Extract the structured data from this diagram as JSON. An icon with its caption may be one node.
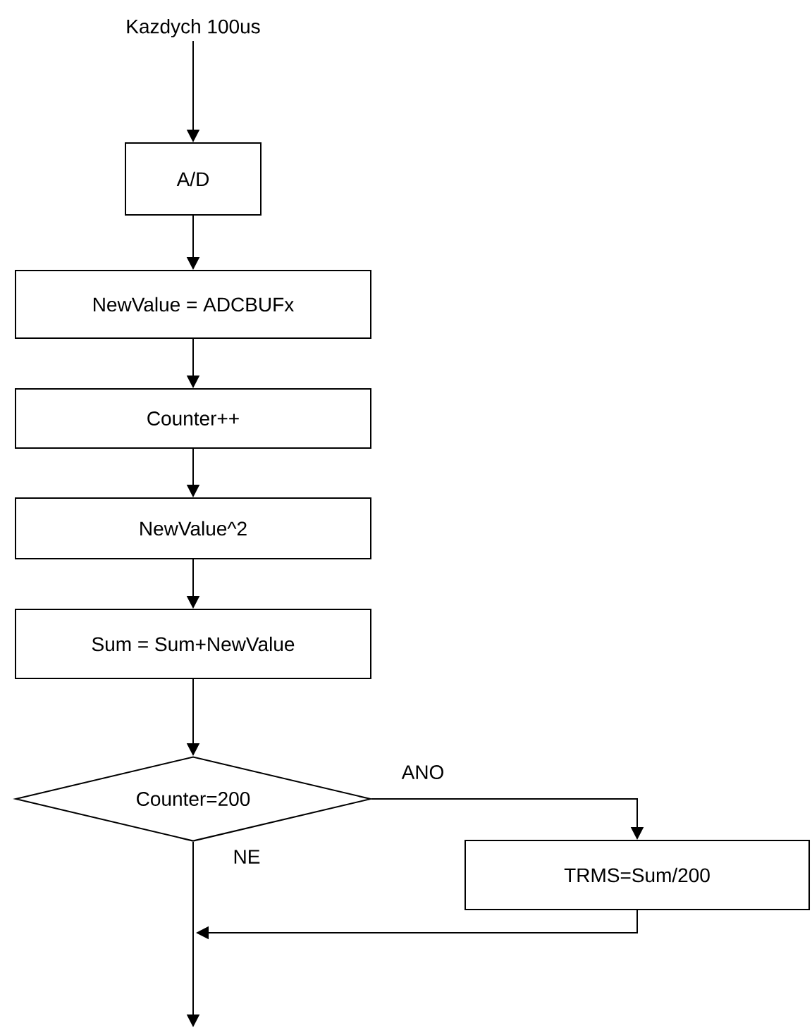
{
  "diagram": {
    "nodes": [
      {
        "text": [
          "Kazdych 100us"
        ]
      },
      {
        "text": [
          "A/D"
        ]
      },
      {
        "text": [
          "NewValue = ADCBUFx"
        ]
      },
      {
        "text": [
          "Counter++"
        ]
      },
      {
        "text": [
          "NewValue^2"
        ]
      },
      {
        "text": [
          "Sum = Sum+NewValue"
        ]
      },
      {
        "text": [
          "Counter=200"
        ]
      },
      {
        "text": [
          "TRMS=Sum/200"
        ]
      }
    ],
    "edges": [
      {
        "from": 0,
        "to": 1,
        "arrow": "to"
      },
      {
        "from": 1,
        "to": 2,
        "arrow": "to"
      },
      {
        "from": 2,
        "to": 3,
        "arrow": "to"
      },
      {
        "from": 3,
        "to": 4,
        "arrow": "to"
      },
      {
        "from": 4,
        "to": 5,
        "arrow": "to"
      },
      {
        "from": 5,
        "to": 6,
        "arrow": "to"
      },
      {
        "from": 6,
        "to": 7,
        "arrow": "to",
        "label": "ANO"
      },
      {
        "from": 6,
        "to": null,
        "arrow": "to",
        "label": "NE"
      },
      {
        "from": 7,
        "to": null,
        "arrow": "to"
      }
    ]
  }
}
